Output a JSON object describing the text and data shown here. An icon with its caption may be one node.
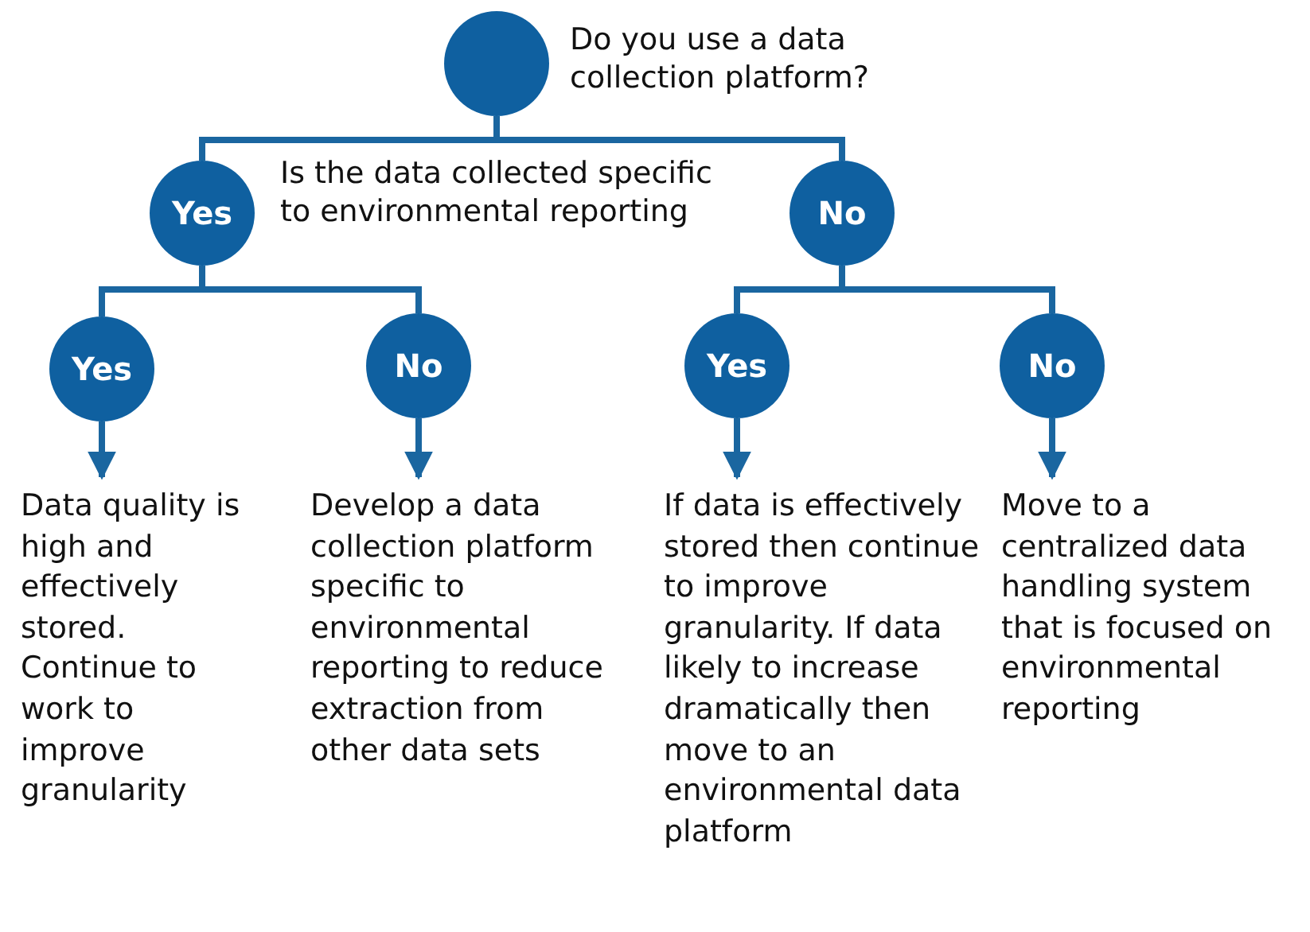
{
  "diagram": {
    "nodes": [
      {
        "text": [],
        "shape": "circle",
        "beside": [
          "Do you use a data collection platform?"
        ]
      },
      {
        "text": [
          "Yes"
        ],
        "beside": [
          "Is the data collected specific to environmental reporting"
        ]
      },
      {
        "text": [
          "No"
        ]
      },
      {
        "text": [
          "Yes"
        ]
      },
      {
        "text": [
          "No"
        ]
      },
      {
        "text": [
          "Yes"
        ]
      },
      {
        "text": [
          "No"
        ]
      },
      {
        "text": [
          "Data quality is high and effectively stored. Continue to work to improve granularity"
        ]
      },
      {
        "text": [
          "Develop a data collection platform specific to environmental reporting to reduce extraction from other data sets"
        ]
      },
      {
        "text": [
          "If data is effectively stored then continue to improve granularity. If data likely to increase dramatically then move to an environmental data platform"
        ]
      },
      {
        "text": [
          "Move to a centralized data handling system that is focused on environmental reporting"
        ]
      }
    ],
    "edges": [
      {
        "from": 0,
        "to": 1,
        "arrow": "none"
      },
      {
        "from": 0,
        "to": 2,
        "arrow": "none"
      },
      {
        "from": 1,
        "to": 3,
        "arrow": "none"
      },
      {
        "from": 1,
        "to": 4,
        "arrow": "none"
      },
      {
        "from": 2,
        "to": 5,
        "arrow": "none"
      },
      {
        "from": 2,
        "to": 6,
        "arrow": "none"
      },
      {
        "from": 3,
        "to": 7,
        "arrow": "to"
      },
      {
        "from": 4,
        "to": 8,
        "arrow": "to"
      },
      {
        "from": 5,
        "to": 9,
        "arrow": "to"
      },
      {
        "from": 6,
        "to": 10,
        "arrow": "to"
      }
    ]
  }
}
